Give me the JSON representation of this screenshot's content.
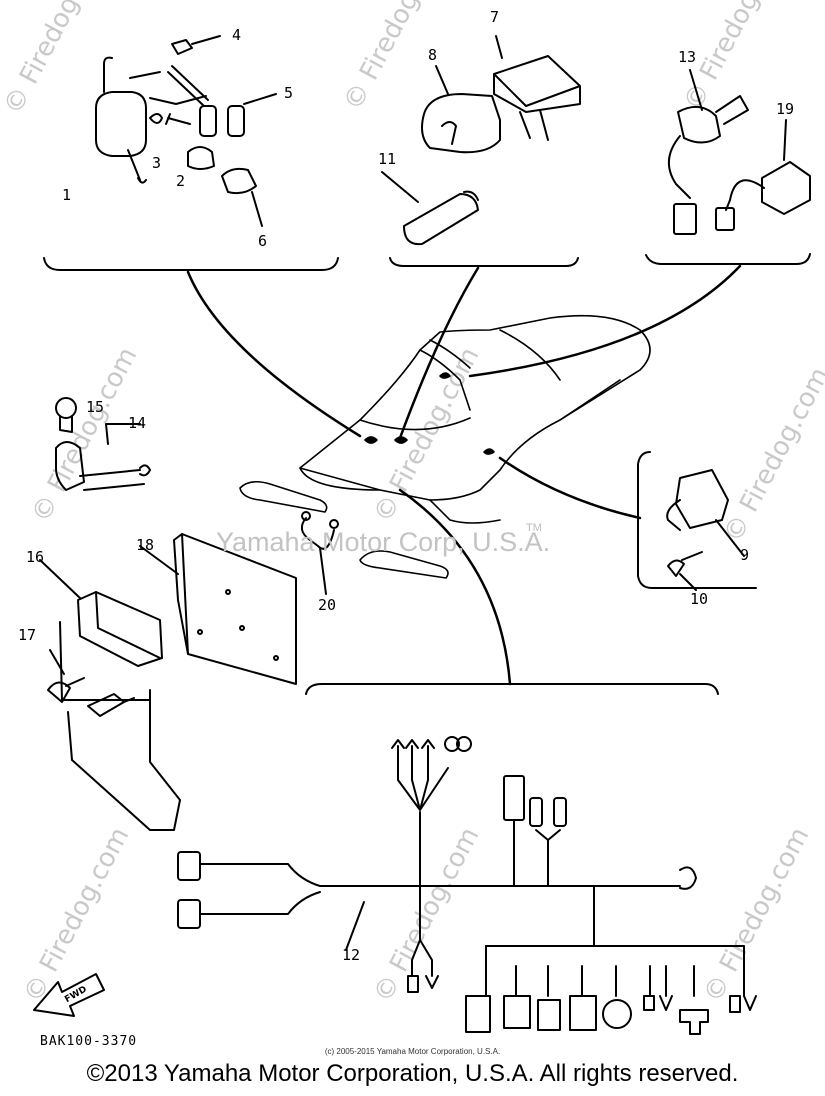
{
  "callouts": {
    "c1": "1",
    "c2": "2",
    "c3": "3",
    "c4": "4",
    "c5": "5",
    "c6": "6",
    "c7": "7",
    "c8": "8",
    "c9": "9",
    "c10": "10",
    "c11": "11",
    "c12": "12",
    "c13": "13",
    "c14": "14",
    "c15": "15",
    "c16": "16",
    "c17": "17",
    "c18": "18",
    "c19": "19",
    "c20": "20"
  },
  "center_watermark": "Yamaha Motor Corp, U.S.A.",
  "tm_mark": "TM",
  "firedog_watermark": "© Firedog.com",
  "fwd_label": "FWD",
  "part_code": "BAK100-3370",
  "small_copyright": "(c) 2005-2015 Yamaha Motor Corporation, U.S.A.",
  "copyright": "©2013 Yamaha Motor Corporation, U.S.A. All rights reserved.",
  "colors": {
    "line": "#000000",
    "watermark": "#c9c9c9",
    "background": "#ffffff"
  }
}
